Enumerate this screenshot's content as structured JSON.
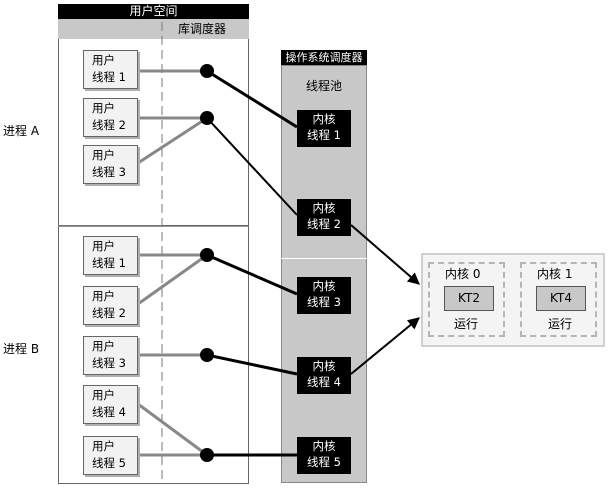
{
  "user_space": {
    "title": "用户空间",
    "scheduler_label": "库调度器"
  },
  "os": {
    "title": "操作系统调度器",
    "pool_label": "线程池"
  },
  "process_a": {
    "label": "进程 A"
  },
  "process_b": {
    "label": "进程 B"
  },
  "user_threads": [
    {
      "line1": "用户",
      "line2": "线程 1"
    },
    {
      "line1": "用户",
      "line2": "线程 2"
    },
    {
      "line1": "用户",
      "line2": "线程 3"
    },
    {
      "line1": "用户",
      "line2": "线程 1"
    },
    {
      "line1": "用户",
      "line2": "线程 2"
    },
    {
      "line1": "用户",
      "line2": "线程 3"
    },
    {
      "line1": "用户",
      "line2": "线程 4"
    },
    {
      "line1": "用户",
      "line2": "线程 5"
    }
  ],
  "kernel_threads": [
    {
      "line1": "内核",
      "line2": "线程 1"
    },
    {
      "line1": "内核",
      "line2": "线程 2"
    },
    {
      "line1": "内核",
      "line2": "线程 3"
    },
    {
      "line1": "内核",
      "line2": "线程 4"
    },
    {
      "line1": "内核",
      "line2": "线程 5"
    }
  ],
  "cpu": {
    "cores": [
      {
        "label": "内核 0",
        "chip": "KT2",
        "status": "运行"
      },
      {
        "label": "内核 1",
        "chip": "KT4",
        "status": "运行"
      }
    ]
  }
}
